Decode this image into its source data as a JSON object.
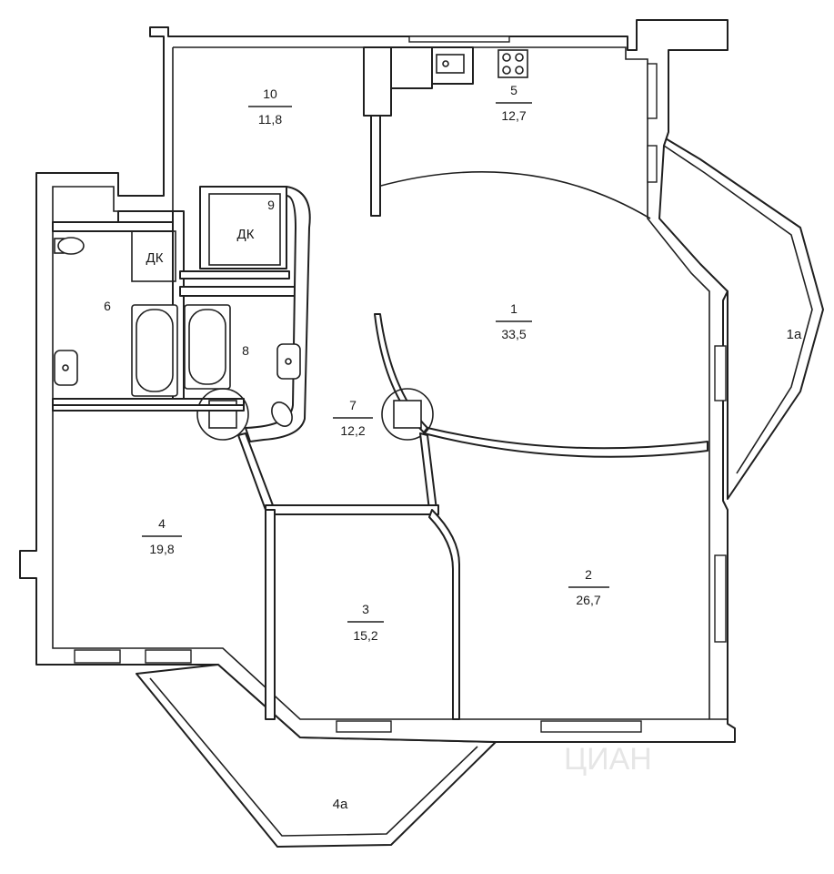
{
  "plan": {
    "rooms": [
      {
        "id": "1",
        "number": "1",
        "area": "33,5"
      },
      {
        "id": "2",
        "number": "2",
        "area": "26,7"
      },
      {
        "id": "3",
        "number": "3",
        "area": "15,2"
      },
      {
        "id": "4",
        "number": "4",
        "area": "19,8"
      },
      {
        "id": "5",
        "number": "5",
        "area": "12,7"
      },
      {
        "id": "6",
        "number": "6",
        "area": ""
      },
      {
        "id": "7",
        "number": "7",
        "area": "12,2"
      },
      {
        "id": "8",
        "number": "8",
        "area": ""
      },
      {
        "id": "9",
        "number": "9",
        "area": ""
      },
      {
        "id": "10",
        "number": "10",
        "area": "11,8"
      }
    ],
    "balconies": [
      {
        "id": "1a",
        "label": "1а"
      },
      {
        "id": "4a",
        "label": "4а"
      }
    ],
    "closet_label": "ДК",
    "watermark": "ЦИАН"
  },
  "colors": {
    "line": "#1f1f1f",
    "background": "#ffffff",
    "watermark": "#e6e6e6"
  }
}
